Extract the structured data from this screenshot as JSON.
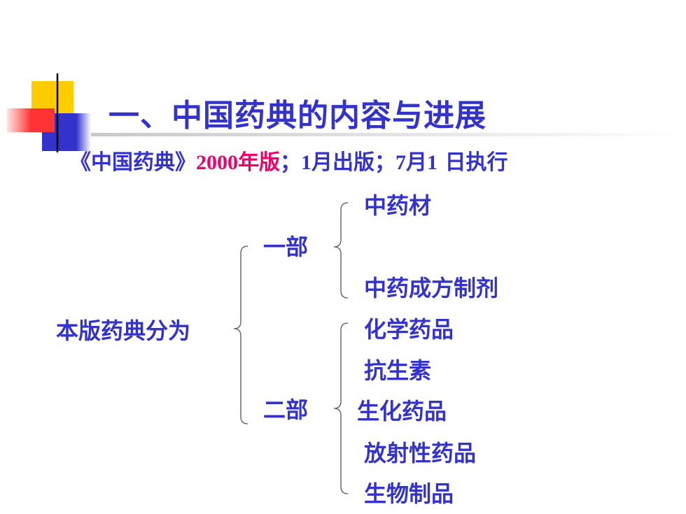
{
  "title": "一、中国药典的内容与进展",
  "subtitle": {
    "book": "《中国药典》",
    "year": "2000",
    "edition": "年版",
    "sep1": "；",
    "pub_month": "1",
    "pub_text": "月出版",
    "sep2": "；",
    "exec_month": "7",
    "exec_text": "月",
    "exec_day": "1",
    "exec_rest": " 日执行"
  },
  "tree": {
    "root": "本版药典分为",
    "part1": {
      "label": "一部",
      "items": [
        "中药材",
        "中药成方制剂"
      ]
    },
    "part2": {
      "label": "二部",
      "items": [
        "化学药品",
        "抗生素",
        "生化药品",
        "放射性药品",
        "生物制品"
      ]
    }
  },
  "colors": {
    "text_blue": "#3333cc",
    "highlight_red": "#ee0066",
    "accent_yellow": "#ffcc00",
    "accent_red": "#ff3333",
    "accent_blue": "#3333cc"
  }
}
